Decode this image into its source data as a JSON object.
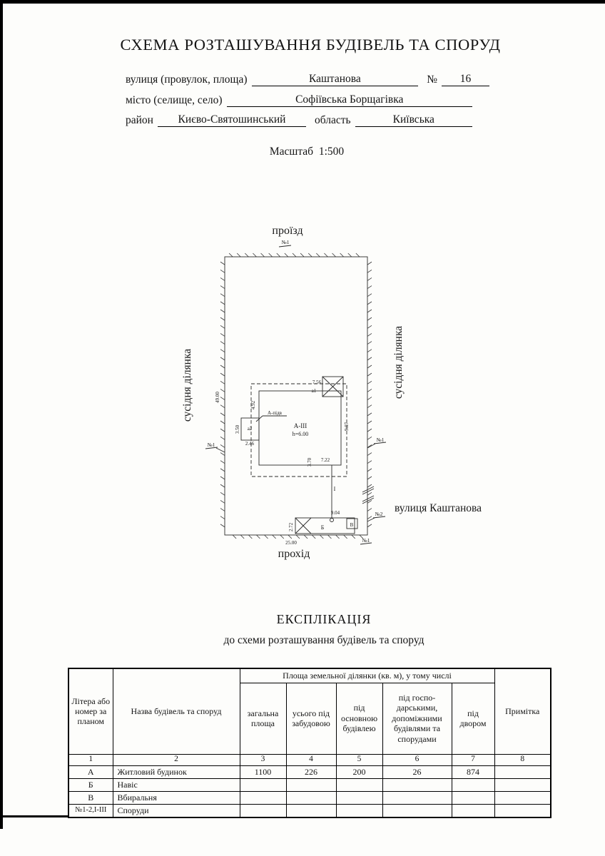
{
  "page": {
    "title": "СХЕМА РОЗТАШУВАННЯ БУДІВЕЛЬ ТА СПОРУД"
  },
  "form": {
    "street_label": "вулиця (провулок, площа)",
    "street_value": "Каштанова",
    "number_sign": "№",
    "number_value": "16",
    "city_label": "місто (селище, село)",
    "city_value": "Софіївська Борщагівка",
    "district_label": "район",
    "district_value": "Києво-Святошинський",
    "region_label": "область",
    "region_value": "Київська",
    "scale_text": "Масштаб  1:500"
  },
  "plan": {
    "north_label": "проїзд",
    "south_label": "прохід",
    "west_label": "сусідня ділянка",
    "east_label": "сусідня ділянка",
    "street_name": "вулиця Каштанова",
    "marker_n1": "№1",
    "marker_n2": "№2",
    "dim_left": "49.00",
    "dim_bottom": "25.00",
    "dim_7_56": "7.56",
    "dim_9_07": "9.07",
    "dim_7_22": "7.22",
    "dim_3_70": "3.70",
    "dim_4_92": "4.92",
    "dim_3_50": "3.50",
    "dim_2_46": "2.46",
    "dim_9_04": "9.04",
    "dim_2_72": "2.72",
    "house_label": "А-ІІІ",
    "house_height": "h=6.00",
    "basement_label": "А-підв",
    "annex1_label": "а1",
    "annex2_label": "а2",
    "canopy_label": "Б",
    "toilet_label": "В",
    "path_label": "I"
  },
  "explication": {
    "title": "ЕКСПЛІКАЦІЯ",
    "subtitle": "до схеми розташування будівель та споруд",
    "table": {
      "col_letter": "Літера або номер за планом",
      "col_name": "Назва будівель та споруд",
      "group_header": "Площа земельної ділянки (кв. м), у тому числі",
      "col_total": "загальна площа",
      "col_built": "усього під забудовою",
      "col_main": "під основною будівлею",
      "col_aux": "під госпо-дарськими, допоміжними будівлями та спорудами",
      "col_yard": "під двором",
      "col_note": "Примітка",
      "numbers": [
        "1",
        "2",
        "3",
        "4",
        "5",
        "6",
        "7",
        "8"
      ],
      "rows": [
        [
          "А",
          "Житловий будинок",
          "1100",
          "226",
          "200",
          "26",
          "874",
          ""
        ],
        [
          "Б",
          "Навіс",
          "",
          "",
          "",
          "",
          "",
          ""
        ],
        [
          "В",
          "Вбиральня",
          "",
          "",
          "",
          "",
          "",
          ""
        ],
        [
          "№1-2,I-III",
          "Споруди",
          "",
          "",
          "",
          "",
          "",
          ""
        ]
      ]
    }
  }
}
